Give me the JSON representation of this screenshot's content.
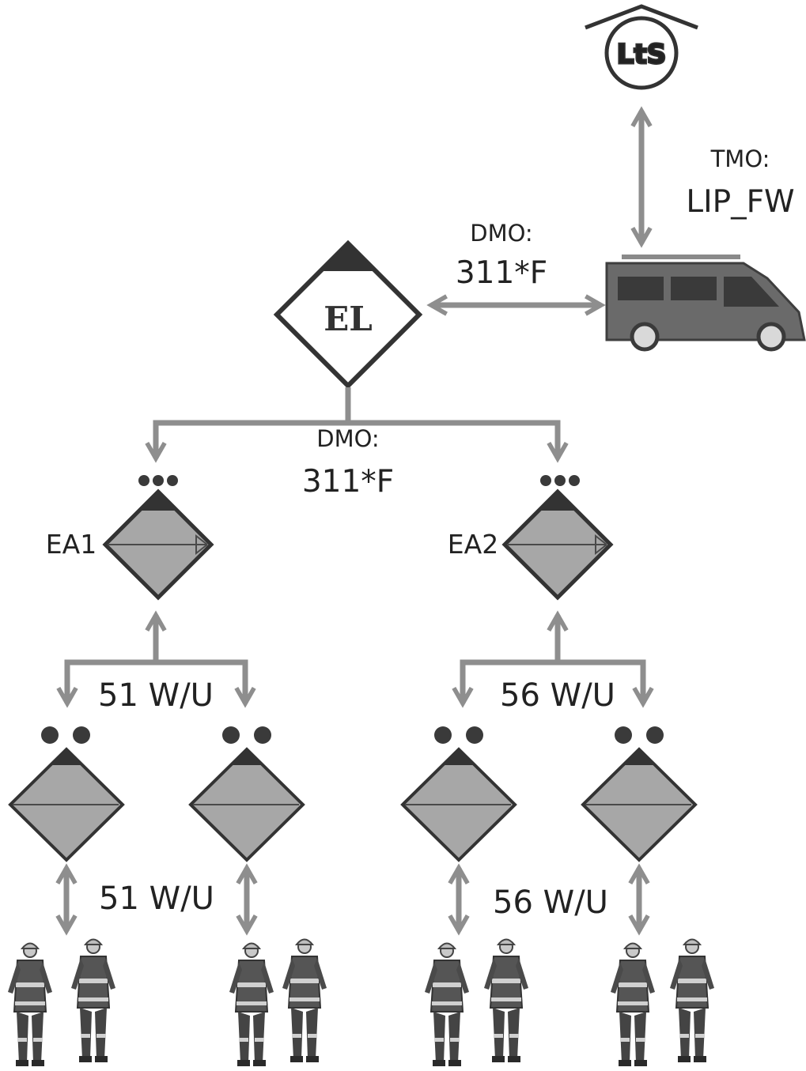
{
  "lts_label": "LtS",
  "el_label": "EL",
  "tmo": {
    "label": "TMO:",
    "value": "LIP_FW"
  },
  "dmo_top": {
    "label": "DMO:",
    "value": "311*F"
  },
  "dmo_mid": {
    "label": "DMO:",
    "value": "311*F"
  },
  "ea1_label": "EA1",
  "ea2_label": "EA2",
  "channel_left_upper": "51 W/U",
  "channel_left_lower": "51 W/U",
  "channel_right_upper": "56 W/U",
  "channel_right_lower": "56 W/U",
  "colors": {
    "arrow": "#8e8e8e",
    "line": "#7a7a7a",
    "diamond_fill": "#a7a7a7",
    "diamond_dark": "#4a4a4a",
    "outline": "#333333",
    "van": "#6a6a6a",
    "dots": "#3a3a3a"
  }
}
